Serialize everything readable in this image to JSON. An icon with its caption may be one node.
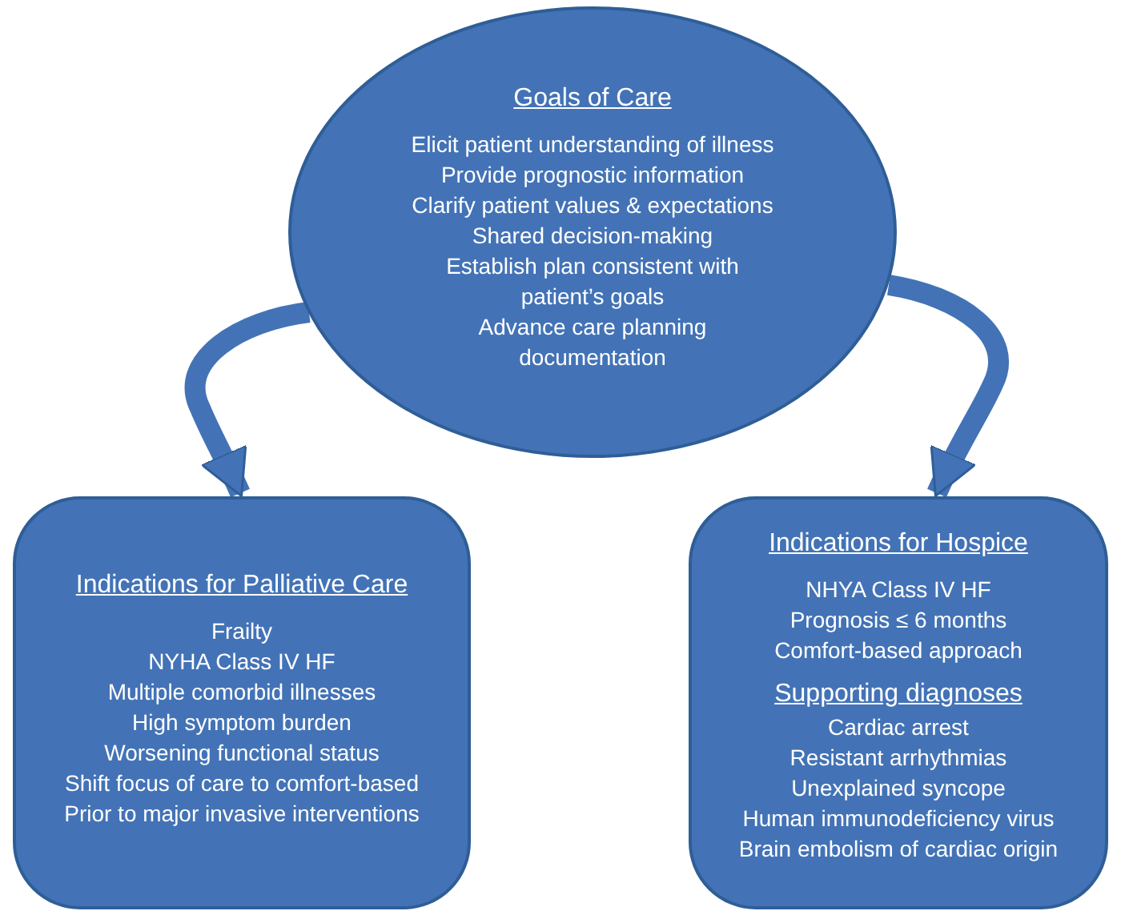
{
  "diagram": {
    "nodes": [
      {
        "text": [
          "Goals of Care",
          "Elicit patient understanding of illness",
          "Provide prognostic information",
          "Clarify patient values & expectations",
          "Shared decision-making",
          "Establish plan consistent with patient’s goals",
          "Advance care planning documentation"
        ]
      },
      {
        "text": [
          "Indications for Palliative Care",
          "Frailty",
          "NYHA Class IV HF",
          "Multiple comorbid illnesses",
          "High symptom burden",
          "Worsening functional status",
          "Shift focus of care to comfort-based",
          "Prior to major invasive interventions"
        ]
      },
      {
        "text": [
          "Indications for Hospice",
          "NHYA Class IV HF",
          "Prognosis ≤ 6 months",
          "Comfort-based approach",
          "Supporting diagnoses",
          "Cardiac arrest",
          "Resistant arrhythmias",
          "Unexplained syncope",
          "Human immunodeficiency virus",
          "Brain embolism of cardiac origin"
        ]
      }
    ],
    "edges": [
      {
        "from": 0,
        "to": 1,
        "arrow": "to"
      },
      {
        "from": 0,
        "to": 2,
        "arrow": "to"
      }
    ]
  }
}
